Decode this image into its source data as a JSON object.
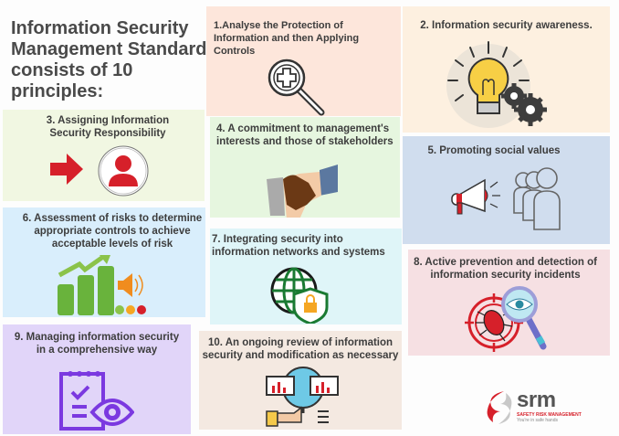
{
  "header": {
    "title": "Information Security Management Standard consists of 10 principles:"
  },
  "principles": [
    {
      "number": 1,
      "label": "1.Analyse the Protection of Information and then Applying Controls",
      "icon": "magnifier-plus-icon",
      "bg": "#fde6db"
    },
    {
      "number": 2,
      "label": "2. Information security awareness.",
      "icon": "lightbulb-gears-icon",
      "bg": "#fdf0e0"
    },
    {
      "number": 3,
      "label": "3. Assigning Information Security Responsibility",
      "icon": "arrow-person-icon",
      "bg": "#f1f7e2"
    },
    {
      "number": 4,
      "label": "4. A commitment to management's interests and those of stakeholders",
      "icon": "handshake-icon",
      "bg": "#e6f6df"
    },
    {
      "number": 5,
      "label": "5. Promoting social values",
      "icon": "megaphone-people-icon",
      "bg": "#d0ddee"
    },
    {
      "number": 6,
      "label": "6. Assessment of risks to determine appropriate controls to achieve acceptable levels of risk",
      "icon": "growth-chart-risk-icon",
      "bg": "#d9eefc"
    },
    {
      "number": 7,
      "label": "7. Integrating security into information networks and systems",
      "icon": "globe-shield-lock-icon",
      "bg": "#dff5f8"
    },
    {
      "number": 8,
      "label": "8. Active prevention and detection of information security incidents",
      "icon": "bug-target-eye-icon",
      "bg": "#f6e0e3"
    },
    {
      "number": 9,
      "label": "9. Managing information security in a comprehensive way",
      "icon": "checklist-eye-icon",
      "bg": "#e1d5f9"
    },
    {
      "number": 10,
      "label": "10. An ongoing review of information security and modification as necessary",
      "icon": "review-analytics-icon",
      "bg": "#f4e9e1"
    }
  ],
  "logo": {
    "name": "srm",
    "subtitle": "SAFETY RISK MANAGEMENT",
    "tagline": "You're in safe hands",
    "brand_color": "#d6202a"
  }
}
